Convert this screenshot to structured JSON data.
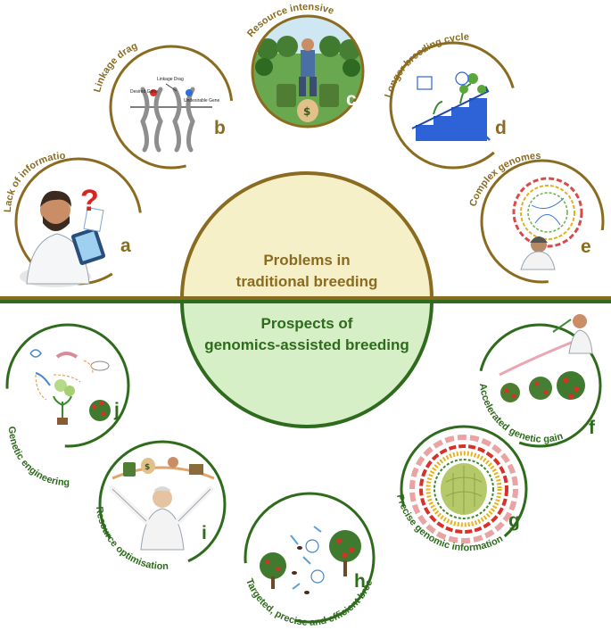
{
  "colors": {
    "problem": "#8a6b20",
    "problem_fill": "#f5f0c8",
    "prospect": "#2e6b1c",
    "prospect_fill": "#d6efc6",
    "divider_top": "#8a6b20",
    "divider_bottom": "#2e6b1c"
  },
  "center": {
    "problems_line1": "Problems in",
    "problems_line2": "traditional breeding",
    "prospects_line1": "Prospects of",
    "prospects_line2": "genomics-assisted breeding"
  },
  "panels": {
    "a": {
      "letter": "a",
      "label": "Lack of information"
    },
    "b": {
      "letter": "b",
      "label": "Linkage drag",
      "inset_title": "Linkage Drag",
      "inset_left": "Desired Gene",
      "inset_right": "Undesirable Gene"
    },
    "c": {
      "letter": "c",
      "label": "Resource intensive"
    },
    "d": {
      "letter": "d",
      "label": "Longer breeding cycle"
    },
    "e": {
      "letter": "e",
      "label": "Complex genomes"
    },
    "f": {
      "letter": "f",
      "label": "Accelerated genetic gain"
    },
    "g": {
      "letter": "g",
      "label": "Precise genomic information"
    },
    "h": {
      "letter": "h",
      "label": "Targeted, precise and efficient  breeding"
    },
    "i": {
      "letter": "i",
      "label": "Resource optimisation"
    },
    "j": {
      "letter": "j",
      "label": "Genetic engineering"
    }
  }
}
